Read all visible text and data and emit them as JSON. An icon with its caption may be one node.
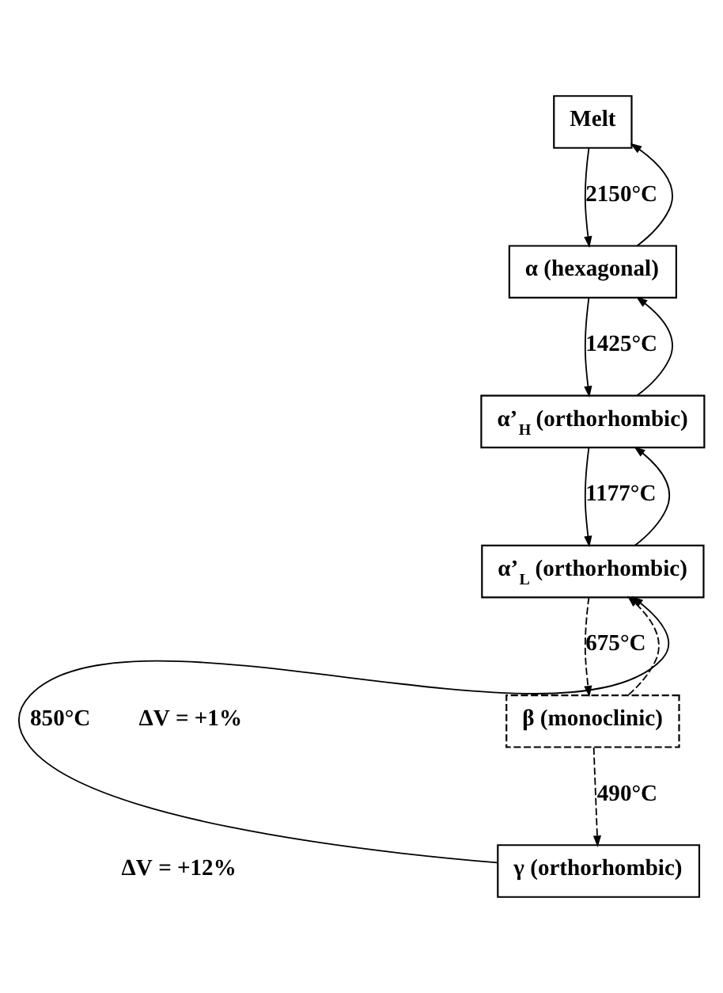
{
  "diagram": {
    "nodes": [
      {
        "text": [
          "Melt"
        ]
      },
      {
        "text": [
          "α (hexagonal)"
        ]
      },
      {
        "text": [
          "α’$_{H}$ (orthorhombic)"
        ]
      },
      {
        "text": [
          "α’$_{L}$ (orthorhombic)"
        ]
      },
      {
        "text": [
          "β (monoclinic)"
        ]
      },
      {
        "text": [
          "γ (orthorhombic)"
        ]
      }
    ],
    "edges": [
      {
        "from": 0,
        "to": 1,
        "arrow": "to",
        "label": "2150°C"
      },
      {
        "from": 1,
        "to": 0,
        "arrow": "to"
      },
      {
        "from": 1,
        "to": 2,
        "arrow": "to",
        "label": "1425°C"
      },
      {
        "from": 2,
        "to": 1,
        "arrow": "to"
      },
      {
        "from": 2,
        "to": 3,
        "arrow": "to",
        "label": "1177°C"
      },
      {
        "from": 3,
        "to": 2,
        "arrow": "to"
      },
      {
        "from": 3,
        "to": 4,
        "arrow": "to",
        "style": "dashed",
        "label": "675°C"
      },
      {
        "from": 4,
        "to": 3,
        "arrow": "to",
        "style": "dashed"
      },
      {
        "from": 4,
        "to": 5,
        "arrow": "to",
        "style": "dashed",
        "label": "490°C"
      },
      {
        "from": 5,
        "to": 3,
        "arrow": "to",
        "label": "850°C"
      }
    ],
    "labels": [
      "ΔV = +1%",
      "ΔV = +12%"
    ]
  }
}
